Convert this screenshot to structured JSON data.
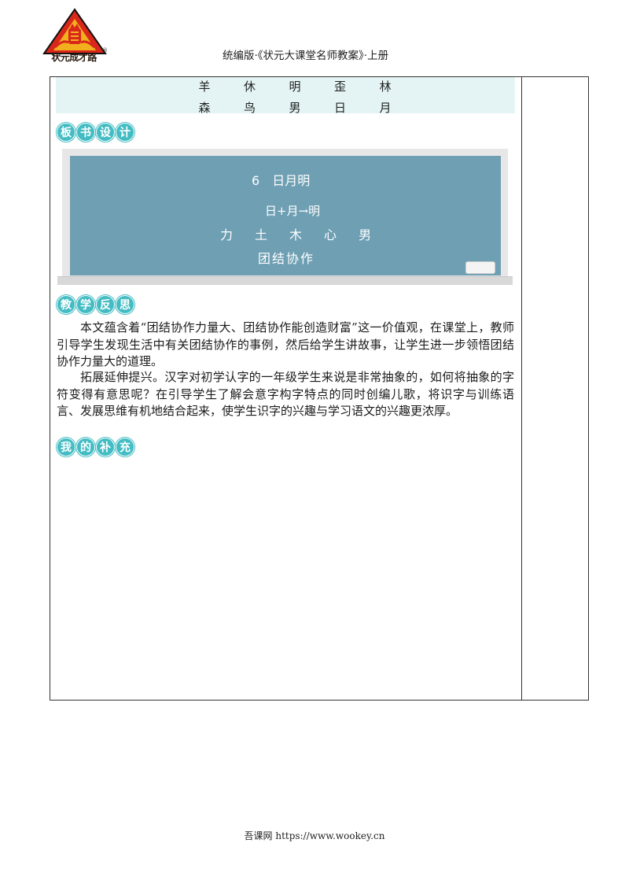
{
  "header": {
    "logo_text": "状元成才路",
    "logo_mark": "®",
    "title": "统编版·《状元大课堂名师教案》·上册"
  },
  "char_rows": [
    [
      "羊",
      "休",
      "明",
      "歪",
      "林"
    ],
    [
      "森",
      "鸟",
      "男",
      "日",
      "月"
    ]
  ],
  "sections": {
    "board_design": [
      "板",
      "书",
      "设",
      "计"
    ],
    "reflection": [
      "教",
      "学",
      "反",
      "思"
    ],
    "supplement": [
      "我",
      "的",
      "补",
      "充"
    ]
  },
  "board": {
    "lesson_number": "6",
    "lesson_title": "日月明",
    "formula": "日+月→明",
    "chars": [
      "力",
      "土",
      "木",
      "心",
      "男"
    ],
    "phrase": "团结协作"
  },
  "reflection": {
    "p1": "本文蕴含着“团结协作力量大、团结协作能创造财富”这一价值观，在课堂上，教师引导学生发现生活中有关团结协作的事例，然后给学生讲故事，让学生进一步领悟团结协作力量大的道理。",
    "p2": "拓展延伸提兴。汉字对初学认字的一年级学生来说是非常抽象的，如何将抽象的字符变得有意思呢？在引导学生了解会意字构字特点的同时创编儿歌，将识字与训练语言、发展思维有机地结合起来，使学生识字的兴趣与学习语文的兴趣更浓厚。"
  },
  "footer": {
    "text": "吾课网 https://www.wookey.cn"
  },
  "colors": {
    "section_badge": "#43bcc3",
    "char_box": "#e4f4f4",
    "board": "#6e9fb3"
  }
}
